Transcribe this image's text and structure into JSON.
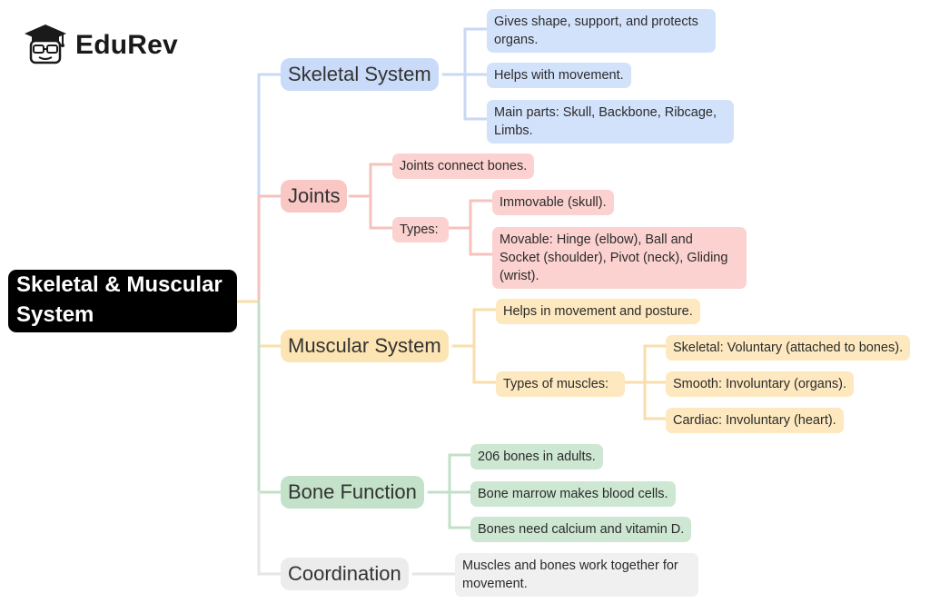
{
  "brand": {
    "name": "EduRev",
    "logo_icon": "mascot-graduation-cap-icon"
  },
  "colors": {
    "blue": "#a9c4ef",
    "red": "#f5b3ae",
    "yellow": "#f8d89a",
    "green": "#aed6b6",
    "gray": "#e2e2e2",
    "root": "#000000"
  },
  "root": {
    "label": "Skeletal & Muscular",
    "label_line2": "System"
  },
  "skeletal": {
    "title": "Skeletal System",
    "items": [
      {
        "line1": "Gives shape, support, and protects",
        "line2": "organs."
      },
      {
        "line1": "Helps with movement."
      },
      {
        "line1": "Main parts: Skull, Backbone, Ribcage,",
        "line2": "Limbs."
      }
    ]
  },
  "joints": {
    "title": "Joints",
    "connect": "Joints connect bones.",
    "types_label": "Types:",
    "types": [
      {
        "line1": "Immovable (skull)."
      },
      {
        "line1": "Movable: Hinge (elbow), Ball and",
        "line2": "Socket (shoulder), Pivot (neck), Gliding",
        "line3": "(wrist)."
      }
    ]
  },
  "muscular": {
    "title": "Muscular System",
    "helps": "Helps in movement and posture.",
    "types_label": "Types of muscles:",
    "types": [
      "Skeletal: Voluntary (attached to bones).",
      "Smooth: Involuntary (organs).",
      "Cardiac: Involuntary (heart)."
    ]
  },
  "bone": {
    "title": "Bone Function",
    "items": [
      "206 bones in adults.",
      "Bone marrow makes blood cells.",
      "Bones need calcium and vitamin D."
    ]
  },
  "coordination": {
    "title": "Coordination",
    "line1": "Muscles and bones work together for",
    "line2": "movement."
  }
}
